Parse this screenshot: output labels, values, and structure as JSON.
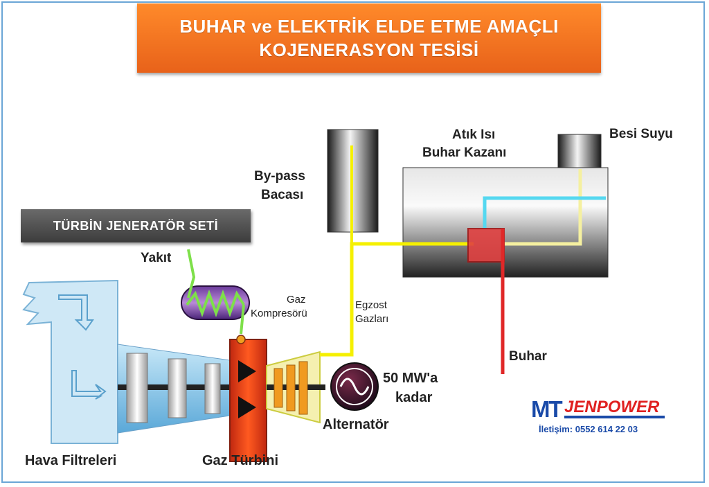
{
  "title": {
    "line1": "BUHAR ve ELEKTRİK ELDE ETME AMAÇLI",
    "line2": "KOJENERASYON TESİSİ"
  },
  "set_label": "TÜRBİN JENERATÖR SETİ",
  "labels": {
    "yakit": "Yakıt",
    "gaz_kompresoru_1": "Gaz",
    "gaz_kompresoru_2": "Kompresörü",
    "egzost_1": "Egzost",
    "egzost_2": "Gazları",
    "bypass_1": "By-pass",
    "bypass_2": "Bacası",
    "atik_1": "Atık Isı",
    "atik_2": "Buhar Kazanı",
    "besi_suyu": "Besi Suyu",
    "buhar": "Buhar",
    "power_1": "50 MW'a",
    "power_2": "kadar",
    "alternator": "Alternatör",
    "hava_filtreleri": "Hava Filtreleri",
    "gaz_turbini": "Gaz Türbini"
  },
  "brand": {
    "mt": "MT",
    "jenpower": "JENPOWER",
    "contact": "İletişim: 0552 614 22 03"
  },
  "colors": {
    "title_orange": "#f07a22",
    "exhaust_yellow": "#f5f000",
    "feedwater_cyan": "#55d8f0",
    "steam_red": "#e02828",
    "fuel_green": "#7ee04a",
    "turbine_red": "#f04018"
  }
}
